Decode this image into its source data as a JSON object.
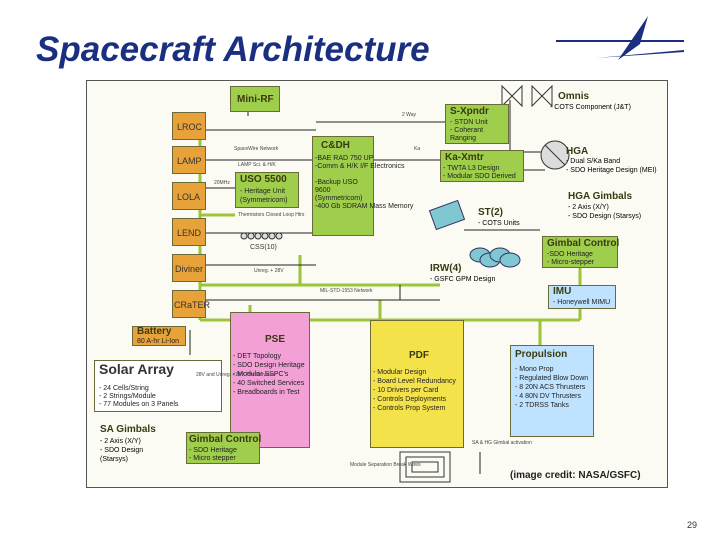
{
  "title": "Spacecraft Architecture",
  "credit": "(image credit: NASA/GSFC)",
  "page_number": "29",
  "boxes": {
    "mini_rf": {
      "title": "Mini-RF"
    },
    "lroc": {
      "title": "LROC"
    },
    "lamp": {
      "title": "LAMP"
    },
    "lola": {
      "title": "LOLA"
    },
    "lend": {
      "title": "LEND"
    },
    "diviner": {
      "title": "Diviner"
    },
    "crater": {
      "title": "CRaTER"
    },
    "cadu": {
      "title": "C&DH",
      "items": [
        "-BAE RAD 750 UP",
        "-Comm & H/K I/F Electronics",
        "-Backup USO",
        "9600",
        "(Symmetricom)",
        "-400 Gb SDRAM Mass Memory"
      ]
    },
    "uso": {
      "title": "USO 5500",
      "items": [
        "- Heritage Unit",
        "(Symmetricom)"
      ]
    },
    "css": {
      "title": "CSS(10)"
    },
    "s_xpndr": {
      "title": "S-Xpndr",
      "items": [
        "- STDN Unit",
        "- Coherant",
        "Ranging"
      ]
    },
    "ka_xmtr": {
      "title": "Ka-Xmtr",
      "items": [
        "- TWTA L3 Design",
        "- Modular SDO Derived"
      ]
    },
    "omnis": {
      "title": "Omnis",
      "items": [
        "- COTS Component (J&T)"
      ]
    },
    "hga": {
      "title": "HGA",
      "items": [
        "- Dual S/Ka Band",
        "- SDO Heritage Design (MEI)"
      ]
    },
    "hga_gimbals": {
      "title": "HGA Gimbals",
      "items": [
        "- 2 Axis (X/Y)",
        "- SDO Design (Starsys)"
      ]
    },
    "st": {
      "title": "ST(2)",
      "items": [
        "- COTS Units"
      ]
    },
    "gimbal_control_top": {
      "title": "Gimbal Control",
      "items": [
        "-SDO Heritage",
        "- Micro-stepper"
      ]
    },
    "irw": {
      "title": "IRW(4)",
      "items": [
        "- GSFC GPM Design"
      ]
    },
    "imu": {
      "title": "IMU",
      "items": [
        "- Honeywell MIMU"
      ]
    },
    "battery": {
      "title": "Battery",
      "items": [
        "80 A-hr Li-Ion"
      ]
    },
    "solar_array": {
      "title": "Solar Array",
      "items": [
        "- 24 Cells/String",
        "- 2 Strings/Module",
        "- 77 Modules on 3 Panels"
      ]
    },
    "pse": {
      "title": "PSE",
      "items": [
        "- DET Topology",
        "- SDO Design Heritage",
        "- Modular SSPC's",
        "- 40 Switched Services",
        "- Breadboards in Test"
      ]
    },
    "pdf": {
      "title": "PDF",
      "items": [
        "- Modular Design",
        "- Board Level Redundancy",
        "- 10 Drivers per Card",
        "- Controls Deployments",
        "- Controls Prop System"
      ]
    },
    "propulsion": {
      "title": "Propulsion",
      "items": [
        "- Mono Prop",
        "- Regulated Blow Down",
        "- 8 20N ACS Thrusters",
        "- 4 80N DV Thrusters",
        "- 2 TDRSS Tanks"
      ]
    },
    "sa_gimbals": {
      "title": "SA Gimbals",
      "items": [
        "- 2 Axis (X/Y)",
        "- SDO Design",
        "(Starsys)"
      ]
    },
    "gimbal_control_bottom": {
      "title": "Gimbal Control",
      "items": [
        "- SDO Heritage",
        "- Micro stepper"
      ]
    }
  },
  "annotations": {
    "spacewire": "SpaceWire Network",
    "lamp_hk": "LAMP Sci. & H/K",
    "two_mhz": "20MHz",
    "thermistors": "Thermistors Closed Loop Htrs",
    "unreg": "Unreg. + 28V",
    "mil_std": "MIL-STD-1553 Network",
    "two_way": "2 Way",
    "ka_lbl": "Ka",
    "pse_power": "28V and Unreg. +28V Pwr Services",
    "sa_hd": "SA & HG Gimbal activation",
    "module": "Module Separation Break Wires"
  },
  "colors": {
    "title": "#1b2f80",
    "orange": "#e8a23a",
    "green": "#9fce4c",
    "yellow": "#f4e24a",
    "pink": "#f3a0d6",
    "blue": "#bfe3ff"
  }
}
